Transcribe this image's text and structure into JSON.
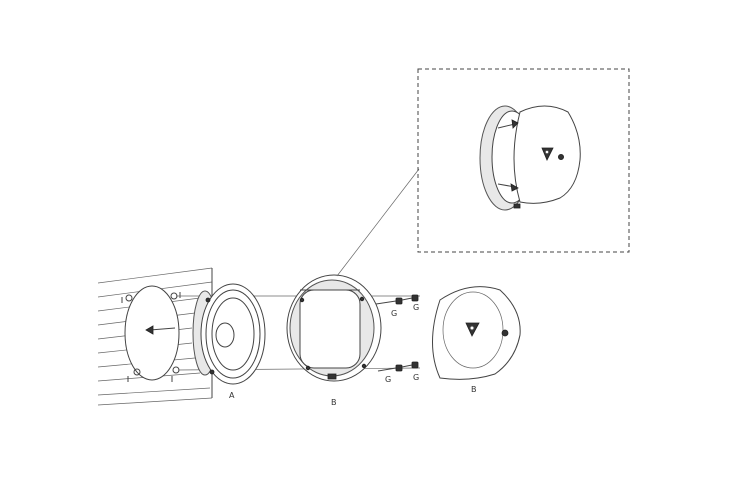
{
  "labels": {
    "a": "A",
    "b1": "B",
    "b2": "B",
    "g1": "G",
    "g2": "G",
    "g3": "G",
    "g4": "G"
  },
  "colors": {
    "line": "#444444",
    "background": "#ffffff"
  }
}
